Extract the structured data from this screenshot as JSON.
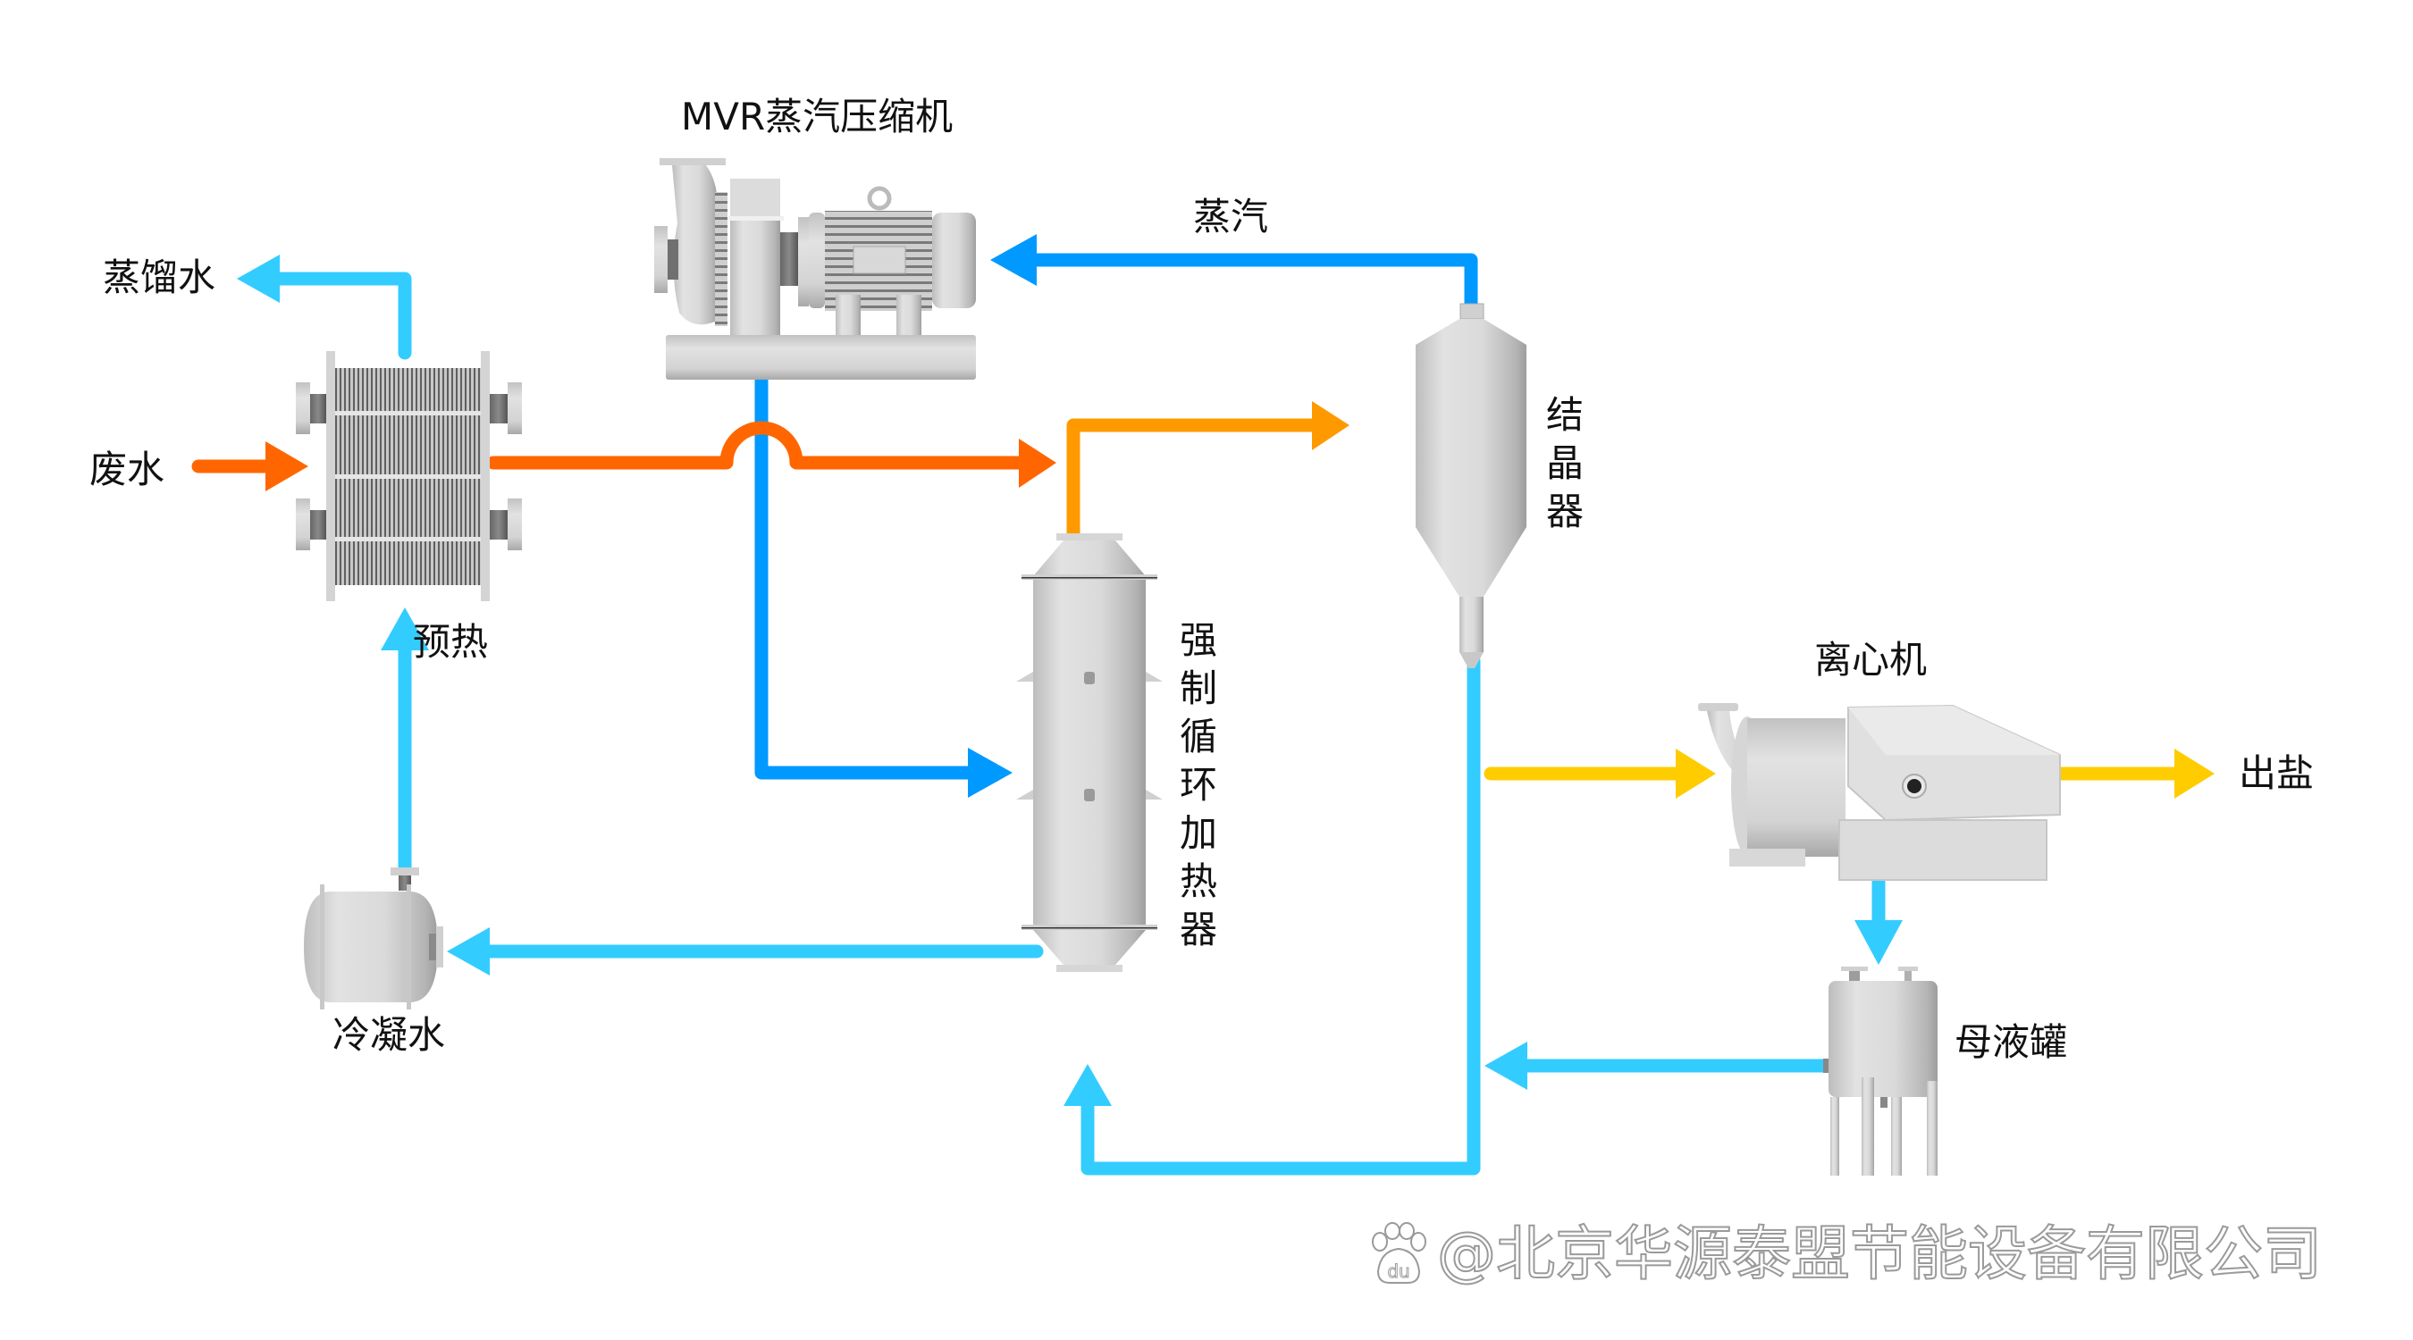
{
  "title": "MVR蒸汽压缩机",
  "labels": {
    "compressor": "MVR蒸汽压缩机",
    "steam": "蒸汽",
    "distilled_water": "蒸馏水",
    "waste_water": "废水",
    "preheat": "预热",
    "condensate": "冷凝水",
    "heater": [
      "强",
      "制",
      "循",
      "环",
      "加",
      "热",
      "器"
    ],
    "crystallizer": [
      "结",
      "晶",
      "器"
    ],
    "centrifuge": "离心机",
    "salt_out": "出盐",
    "mother_liquor_tank": "母液罐"
  },
  "watermark": {
    "icon": "baidu-paw-icon",
    "icon_text": "du",
    "text": "@北京华源泰盟节能设备有限公司"
  },
  "flows": [
    {
      "name": "steam",
      "from": "crystallizer",
      "to": "compressor",
      "color": "#0099FF"
    },
    {
      "name": "compressed-steam",
      "from": "compressor",
      "to": "heater",
      "color": "#0099FF"
    },
    {
      "name": "waste-water",
      "from": "inlet",
      "to": "preheater",
      "color": "#FF6600"
    },
    {
      "name": "preheated-feed",
      "from": "preheater",
      "to": "heater",
      "color": "#FF6600"
    },
    {
      "name": "heated-liquor",
      "from": "heater",
      "to": "crystallizer",
      "color": "#FF9900"
    },
    {
      "name": "slurry",
      "from": "crystallizer",
      "to": "centrifuge",
      "color": "#FFCC00"
    },
    {
      "name": "salt",
      "from": "centrifuge",
      "to": "outlet",
      "color": "#FFCC00"
    },
    {
      "name": "mother-liquor",
      "from": "centrifuge",
      "to": "mother-liquor-tank",
      "color": "#33CCFF"
    },
    {
      "name": "mother-liquor-return",
      "from": "mother-liquor-tank",
      "to": "crystallizer-loop",
      "color": "#33CCFF"
    },
    {
      "name": "circulation",
      "from": "crystallizer",
      "to": "heater",
      "color": "#33CCFF"
    },
    {
      "name": "condensate",
      "from": "heater",
      "to": "condensate-tank",
      "color": "#33CCFF"
    },
    {
      "name": "condensate-to-preheat",
      "from": "condensate-tank",
      "to": "preheater",
      "color": "#33CCFF"
    },
    {
      "name": "distilled-water",
      "from": "preheater",
      "to": "outlet",
      "color": "#33CCFF"
    }
  ],
  "colors": {
    "steam_blue": "#0099FF",
    "water_blue": "#33CCFF",
    "waste_orange": "#FF6600",
    "hot_orange": "#FF9900",
    "salt_yellow": "#FFCC00",
    "equipment_gray": "#D9D9D9"
  }
}
